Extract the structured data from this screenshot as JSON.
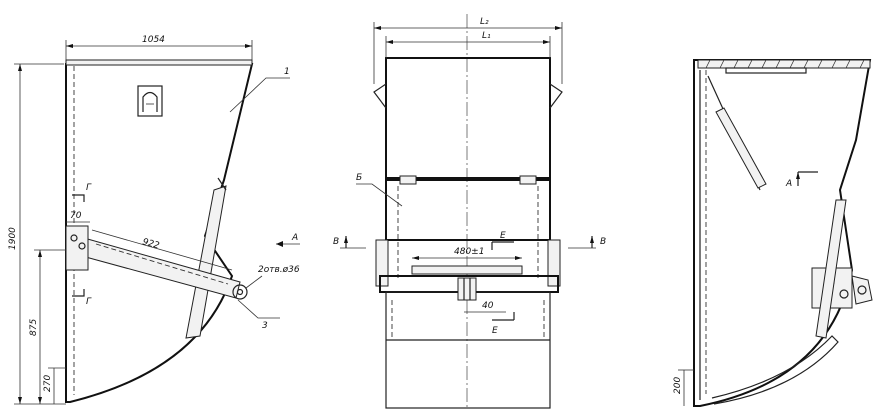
{
  "left_view": {
    "width_dim": "1054",
    "height_dim": "1900",
    "hinge_dim": "875",
    "bottom_dim": "270",
    "arm_dim": "922",
    "small_dim": "70",
    "section_mark": "Г",
    "view_mark": "А",
    "hole_note": "2отв.ø36",
    "leader_1": "1",
    "leader_3": "3"
  },
  "middle_view": {
    "outer_dim": "L₂",
    "inner_dim": "L₁",
    "label_b": "Б",
    "section_b": "В",
    "section_e": "Е",
    "gap_dim": "480±1",
    "small_dim": "40"
  },
  "right_view": {
    "view_mark": "А",
    "bottom_dim": "200"
  }
}
